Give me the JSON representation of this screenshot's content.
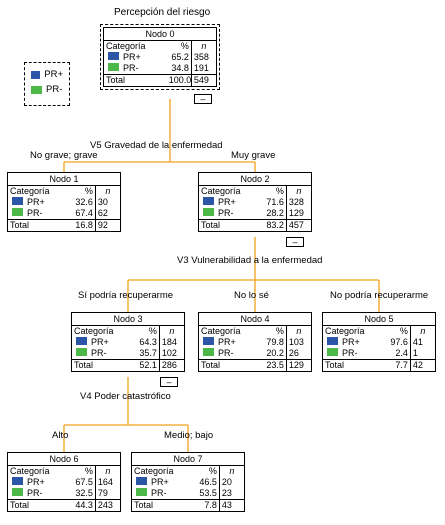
{
  "title": "Percepción del riesgo",
  "legend": [
    {
      "label": "PR+",
      "color": "#2b55a6"
    },
    {
      "label": "PR-",
      "color": "#4cb848"
    }
  ],
  "colors": {
    "connector": "#f2a21a",
    "pr_plus": "#2b55a6",
    "pr_minus": "#4cb848"
  },
  "col_headers": {
    "category": "Categoría",
    "pct": "%",
    "n": "n"
  },
  "total_label": "Total",
  "collapse_symbol": "–",
  "nodes": {
    "n0": {
      "title": "Nodo 0",
      "rows": [
        {
          "cat": "PR+",
          "pct": "65.2",
          "n": "358"
        },
        {
          "cat": "PR-",
          "pct": "34.8",
          "n": "191"
        }
      ],
      "total_pct": "100.0",
      "total_n": "549"
    },
    "n1": {
      "title": "Nodo 1",
      "rows": [
        {
          "cat": "PR+",
          "pct": "32.6",
          "n": "30"
        },
        {
          "cat": "PR-",
          "pct": "67.4",
          "n": "62"
        }
      ],
      "total_pct": "16.8",
      "total_n": "92"
    },
    "n2": {
      "title": "Nodo 2",
      "rows": [
        {
          "cat": "PR+",
          "pct": "71.6",
          "n": "328"
        },
        {
          "cat": "PR-",
          "pct": "28.2",
          "n": "129"
        }
      ],
      "total_pct": "83.2",
      "total_n": "457"
    },
    "n3": {
      "title": "Nodo 3",
      "rows": [
        {
          "cat": "PR+",
          "pct": "64.3",
          "n": "184"
        },
        {
          "cat": "PR-",
          "pct": "35.7",
          "n": "102"
        }
      ],
      "total_pct": "52.1",
      "total_n": "286"
    },
    "n4": {
      "title": "Nodo 4",
      "rows": [
        {
          "cat": "PR+",
          "pct": "79.8",
          "n": "103"
        },
        {
          "cat": "PR-",
          "pct": "20.2",
          "n": "26"
        }
      ],
      "total_pct": "23.5",
      "total_n": "129"
    },
    "n5": {
      "title": "Nodo 5",
      "rows": [
        {
          "cat": "PR+",
          "pct": "97.6",
          "n": "41"
        },
        {
          "cat": "PR-",
          "pct": "2.4",
          "n": "1"
        }
      ],
      "total_pct": "7.7",
      "total_n": "42"
    },
    "n6": {
      "title": "Nodo 6",
      "rows": [
        {
          "cat": "PR+",
          "pct": "67.5",
          "n": "164"
        },
        {
          "cat": "PR-",
          "pct": "32.5",
          "n": "79"
        }
      ],
      "total_pct": "44.3",
      "total_n": "243"
    },
    "n7": {
      "title": "Nodo 7",
      "rows": [
        {
          "cat": "PR+",
          "pct": "46.5",
          "n": "20"
        },
        {
          "cat": "PR-",
          "pct": "53.5",
          "n": "23"
        }
      ],
      "total_pct": "7.8",
      "total_n": "43"
    }
  },
  "splits": {
    "s0": "V5 Gravedad de la enfermedad",
    "s2": "V3 Vulnerabilidad a la enfermedad",
    "s3": "V4 Poder catastrófico"
  },
  "branches": {
    "b1": "No grave; grave",
    "b2": "Muy grave",
    "b3": "Sí podría recuperarme",
    "b4": "No lo sé",
    "b5": "No podría recuperarme",
    "b6": "Alto",
    "b7": "Medio; bajo"
  }
}
